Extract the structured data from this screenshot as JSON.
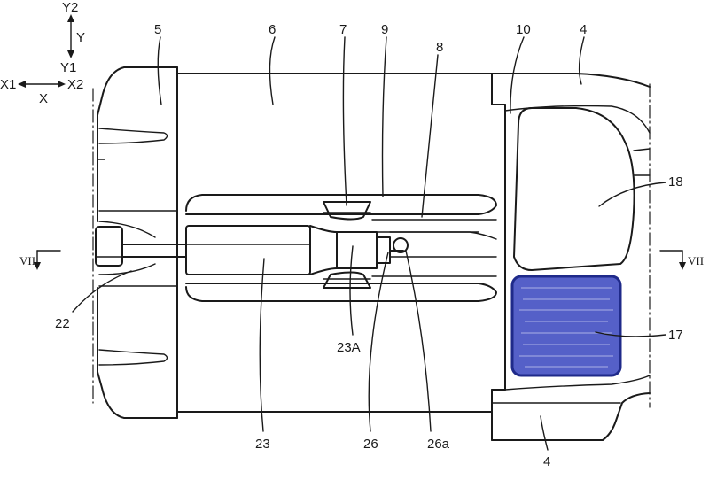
{
  "axes": {
    "y_plus": "Y2",
    "y_axis": "Y",
    "y_minus": "Y1",
    "x_minus": "X1",
    "x_plus": "X2",
    "x_axis": "X"
  },
  "section_marks": {
    "left": "VII",
    "right": "VII"
  },
  "reference_numerals": {
    "n5": "5",
    "n6": "6",
    "n7": "7",
    "n9": "9",
    "n8": "8",
    "n10": "10",
    "n4_top": "4",
    "n18": "18",
    "n17": "17",
    "n22": "22",
    "n23A": "23A",
    "n23": "23",
    "n26": "26",
    "n26a": "26a",
    "n4_bottom": "4"
  },
  "colors": {
    "line": "#1a1a1a",
    "highlight_fill": "#5560c8",
    "highlight_border": "#1f2a8a",
    "background": "#ffffff"
  }
}
